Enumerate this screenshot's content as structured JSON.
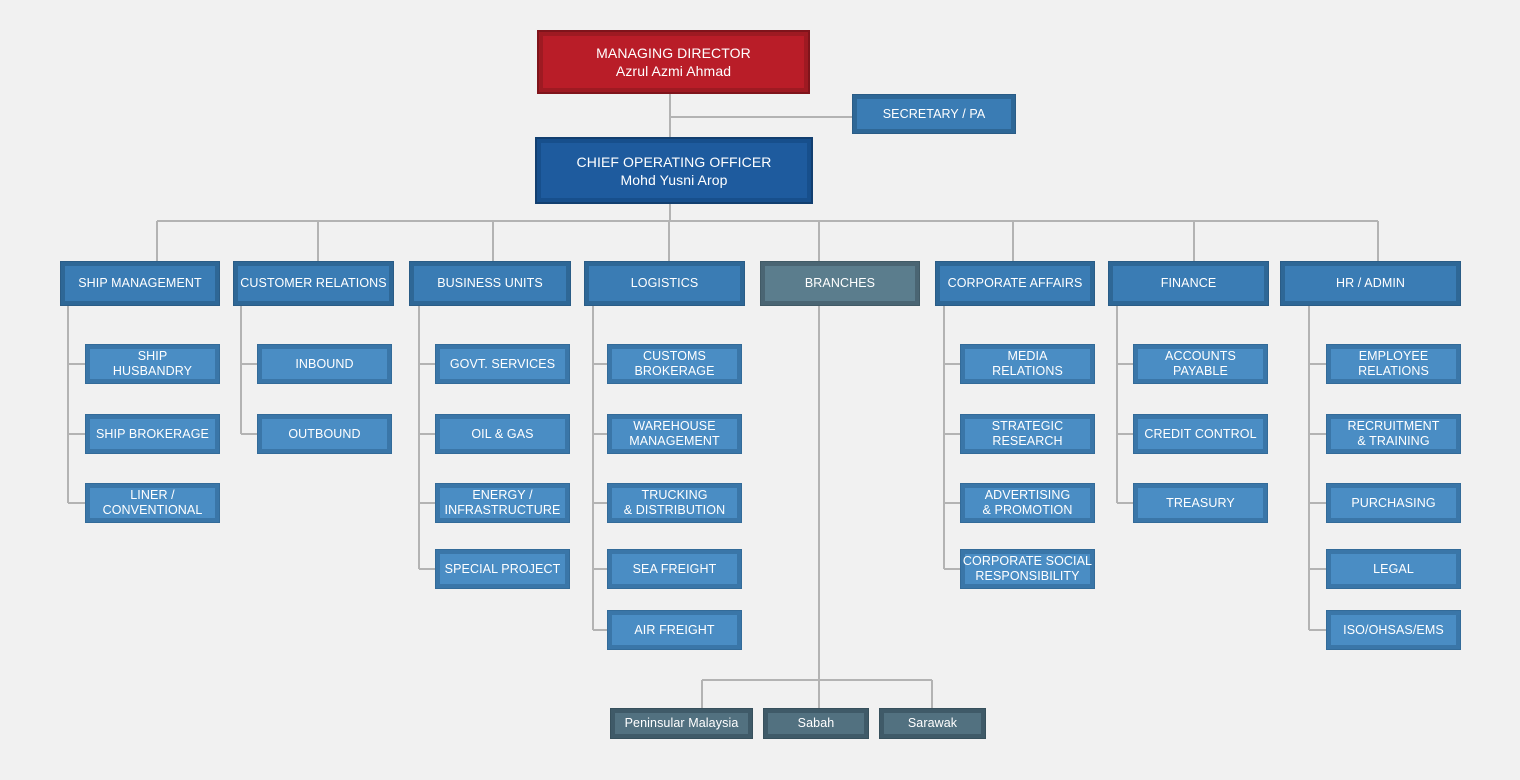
{
  "top": {
    "md": {
      "title": "MANAGING DIRECTOR",
      "name": "Azrul Azmi Ahmad"
    },
    "secretary": "SECRETARY / PA",
    "coo": {
      "title": "CHIEF OPERATING OFFICER",
      "name": "Mohd Yusni Arop"
    }
  },
  "departments": [
    {
      "label": "SHIP MANAGEMENT",
      "items": [
        "SHIP\nHUSBANDRY",
        "SHIP BROKERAGE",
        "LINER /\nCONVENTIONAL"
      ]
    },
    {
      "label": "CUSTOMER RELATIONS",
      "items": [
        "INBOUND",
        "OUTBOUND"
      ]
    },
    {
      "label": "BUSINESS UNITS",
      "items": [
        "GOVT. SERVICES",
        "OIL & GAS",
        "ENERGY /\nINFRASTRUCTURE",
        "SPECIAL PROJECT"
      ]
    },
    {
      "label": "LOGISTICS",
      "items": [
        "CUSTOMS\nBROKERAGE",
        "WAREHOUSE\nMANAGEMENT",
        "TRUCKING\n& DISTRIBUTION",
        "SEA FREIGHT",
        "AIR FREIGHT"
      ]
    },
    {
      "label": "BRANCHES",
      "items": []
    },
    {
      "label": "CORPORATE AFFAIRS",
      "items": [
        "MEDIA\nRELATIONS",
        "STRATEGIC\nRESEARCH",
        "ADVERTISING\n& PROMOTION",
        "CORPORATE SOCIAL\nRESPONSIBILITY"
      ]
    },
    {
      "label": "FINANCE",
      "items": [
        "ACCOUNTS\nPAYABLE",
        "CREDIT CONTROL",
        "TREASURY"
      ]
    },
    {
      "label": "HR / ADMIN",
      "items": [
        "EMPLOYEE\nRELATIONS",
        "RECRUITMENT\n& TRAINING",
        "PURCHASING",
        "LEGAL",
        "ISO/OHSAS/EMS"
      ]
    }
  ],
  "branches": [
    "Peninsular Malaysia",
    "Sabah",
    "Sarawak"
  ],
  "colors": {
    "managing_director": "#b91d28",
    "coo": "#1e5b9e",
    "department": "#3a7cb4",
    "sub_unit": "#4a8dc4",
    "branches": "#5b7d8d",
    "connector": "#b3b3b3"
  }
}
